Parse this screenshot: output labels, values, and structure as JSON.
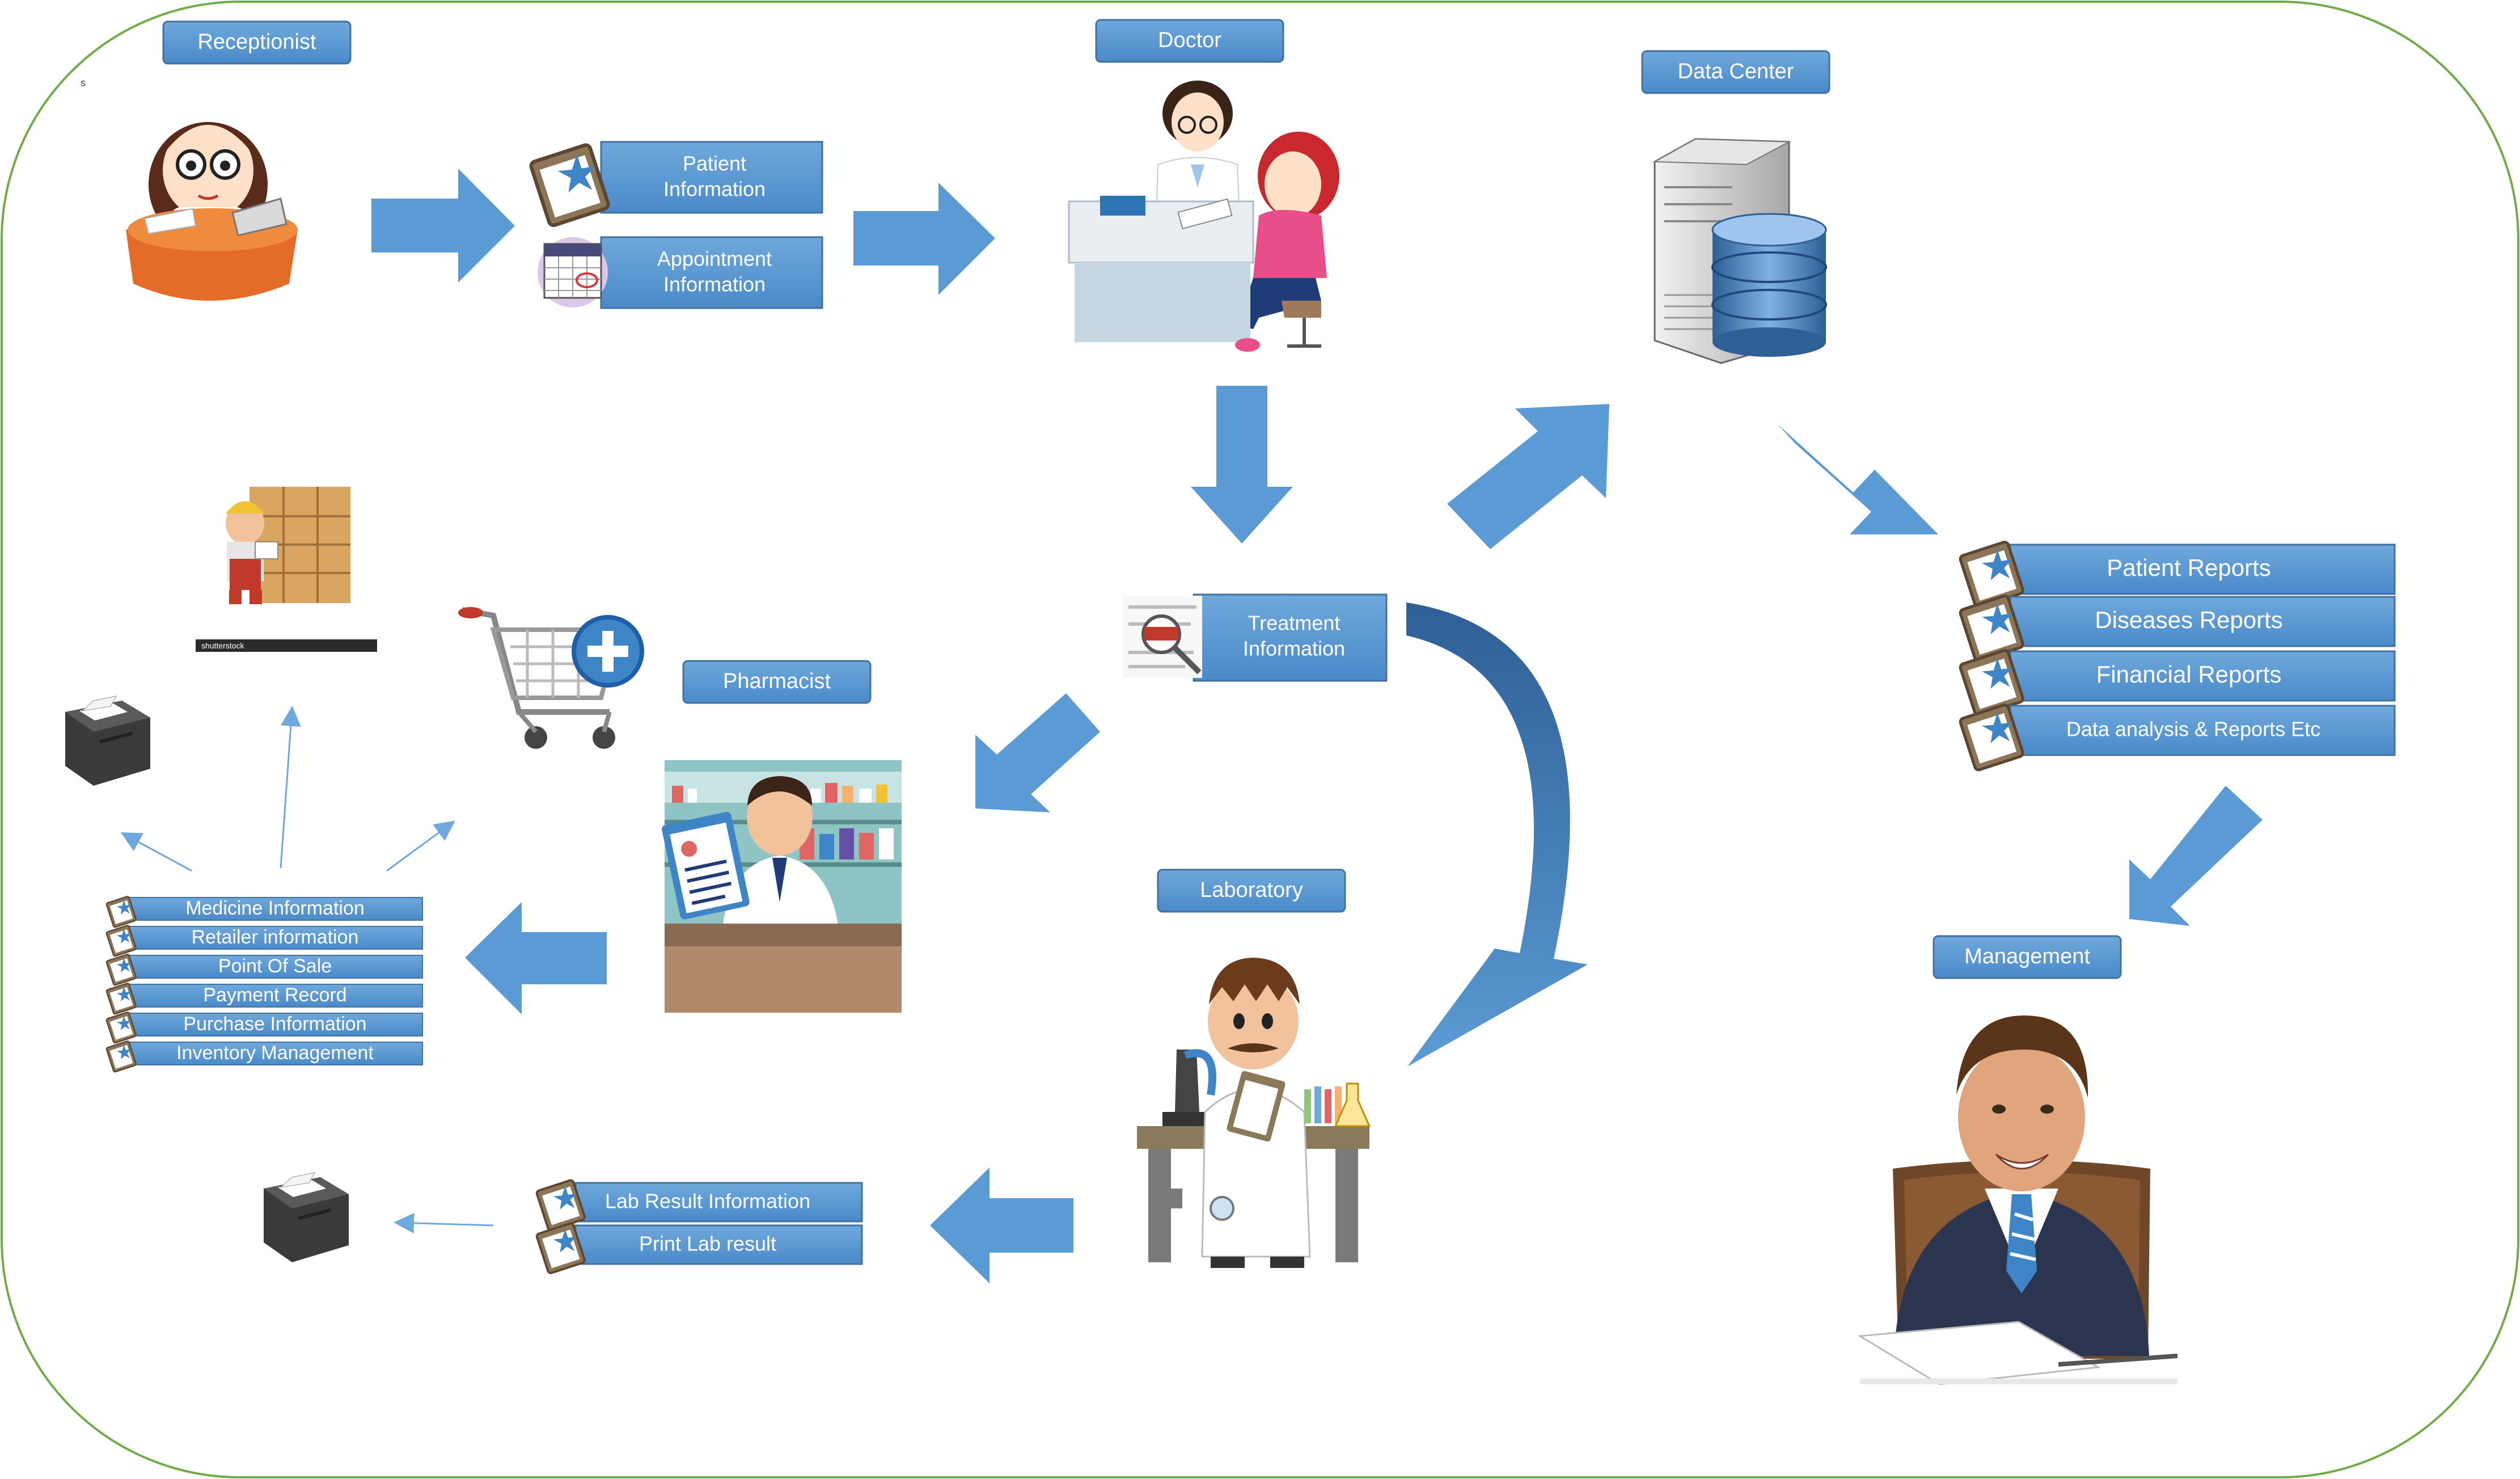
{
  "colors": {
    "box_fill": "#5b9bd5",
    "box_stroke": "#41719c",
    "arrow": "#5b9bd5",
    "frame": "#70ad47"
  },
  "actors": {
    "receptionist": "Receptionist",
    "doctor": "Doctor",
    "data_center": "Data Center",
    "pharmacist": "Pharmacist",
    "laboratory": "Laboratory",
    "management": "Management"
  },
  "reception_outputs": {
    "patient": [
      "Patient",
      "Information"
    ],
    "appointment": [
      "Appointment",
      "Information"
    ]
  },
  "treatment": [
    "Treatment",
    "Information"
  ],
  "reports": [
    "Patient Reports",
    "Diseases Reports",
    "Financial Reports",
    "Data analysis & Reports Etc"
  ],
  "pharmacy_items": [
    "Medicine Information",
    "Retailer information",
    "Point Of Sale",
    "Payment Record",
    "Purchase Information",
    "Inventory Management"
  ],
  "lab_items": [
    "Lab Result Information",
    "Print Lab result"
  ],
  "misc": {
    "stray_mark": "s",
    "stock_watermark": "shutterstock"
  },
  "icons": [
    "clipboard-icon",
    "calendar-icon",
    "receptionist-illustration",
    "doctor-patient-illustration",
    "server-database-icon",
    "diagnosis-icon",
    "pharmacist-illustration",
    "shopping-cart-add-icon",
    "warehouse-worker-illustration",
    "receipt-printer-icon",
    "scientist-illustration",
    "businessman-illustration"
  ]
}
